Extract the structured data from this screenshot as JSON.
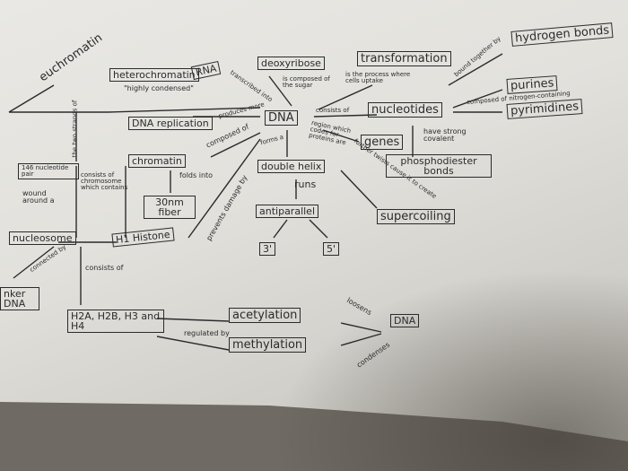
{
  "concept_map": {
    "euchromatin": "euchromatin",
    "heterochromatin": "heterochromatin",
    "highly_condensed": "\"highly condensed\"",
    "rna": "RNA",
    "transcribed_into": "transcribed into",
    "deoxyribose": "deoxyribose",
    "is_composed_of_the_sugar": "is composed of the sugar",
    "transformation": "transformation",
    "is_the_process_where_cells_uptake": "is the process where cells uptake",
    "bound_together_by": "bound together by",
    "hydrogen_bonds": "hydrogen bonds",
    "purines": "purines",
    "composed_of_nitrogen_containing": "composed of nitrogen-containing",
    "pyrimidines": "pyrimidines",
    "dna_replication": "DNA replication",
    "produces_more": "produces more",
    "dna": "DNA",
    "consists_of": "consists of",
    "nucleotides": "nucleotides",
    "the_two_strands_of": "the two strands of",
    "composed_of": "composed of",
    "forms_a": "forms a",
    "region_which_codes_for_proteins_are": "region which codes for proteins are",
    "genes": "genes",
    "have_strong_covalent": "have strong covalent",
    "phosphodiester_bonds": "phosphodiester bonds",
    "chromatin": "chromatin",
    "folds_into": "folds into",
    "thirty_nm_fiber": "30nm fiber",
    "prevents_damage_by": "prevents damage by",
    "double_helix": "double helix",
    "runs": "runs",
    "antiparallel": "antiparallel",
    "three_prime": "3'",
    "five_prime": "5'",
    "further_twists_cause_it_to_create": "further twists cause it to create",
    "supercoiling": "supercoiling",
    "one_forty_six_nucleotide_pair": "146 nucleotide pair",
    "wound_around_a": "wound around a",
    "consists_of_chromosome_which_contains": "consists of chromosome which contains",
    "nucleosome": "nucleosome",
    "h1_histone": "H1 Histone",
    "connected_by": "connected by",
    "consists_of_2": "consists of",
    "linker_dna": "nker DNA",
    "h2a_h2b_h3_h4": "H2A, H2B, H3 and H4",
    "regulated_by": "regulated by",
    "acetylation": "acetylation",
    "methylation": "methylation",
    "loosens": "loosens",
    "dna_2": "DNA",
    "condenses": "condenses"
  },
  "colors": {
    "paper": "#e6e5e0",
    "ink": "#2b2b2e",
    "background": "#6f6a63"
  }
}
